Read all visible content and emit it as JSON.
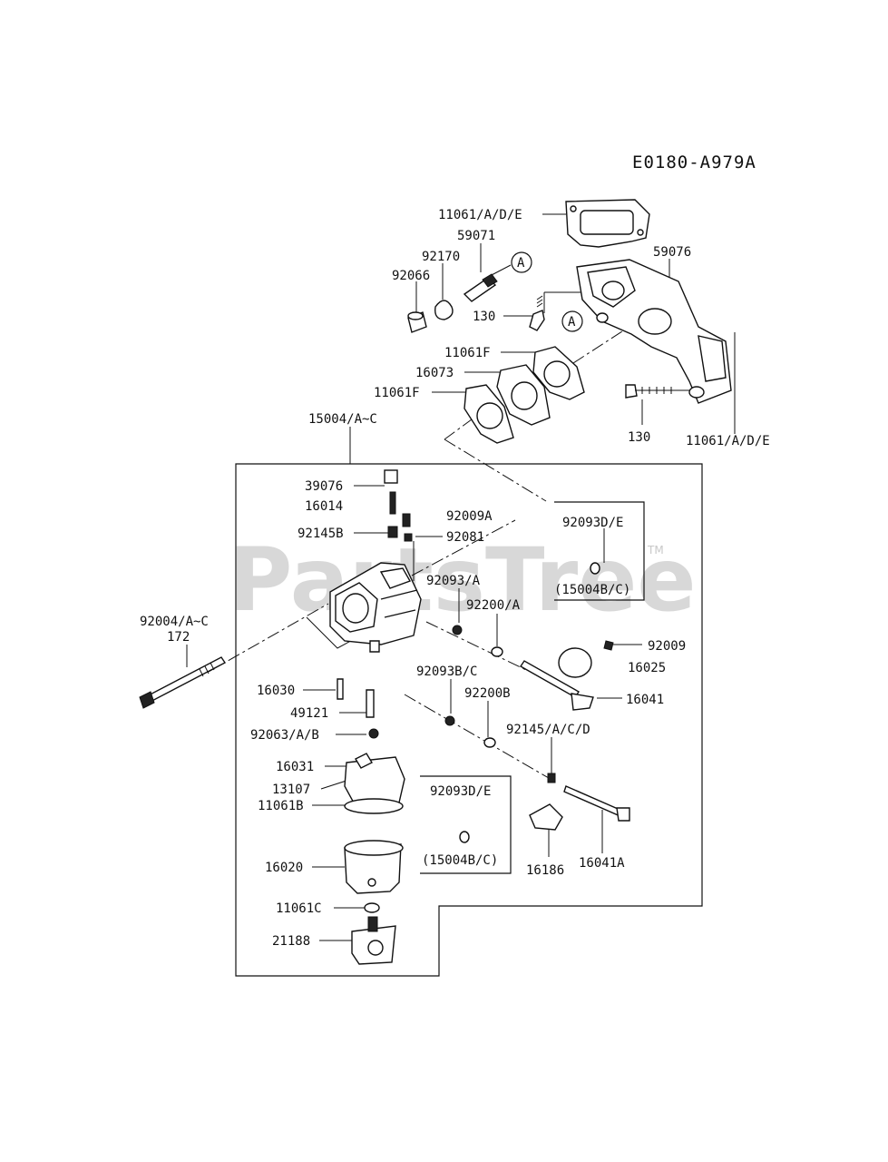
{
  "diagram_code": "E0180-A979A",
  "watermark": {
    "text": "PartsTree",
    "trademark": "TM"
  },
  "callout_letter": "A",
  "labels": [
    "11061/A/D/E",
    "59071",
    "92170",
    "92066",
    "59076",
    "130",
    "11061F",
    "16073",
    "11061F",
    "130",
    "11061/A/D/E",
    "15004/A~C",
    "39076",
    "16014",
    "92009A",
    "92145B",
    "92081",
    "92093D/E",
    "(15004B/C)",
    "92093/A",
    "92200/A",
    "92004/A~C",
    "172",
    "92009",
    "16025",
    "16041",
    "16030",
    "92093B/C",
    "92200B",
    "49121",
    "92063/A/B",
    "92145/A/C/D",
    "16031",
    "13107",
    "11061B",
    "92093D/E",
    "(15004B/C)",
    "16186",
    "16041A",
    "16020",
    "11061C",
    "21188"
  ]
}
